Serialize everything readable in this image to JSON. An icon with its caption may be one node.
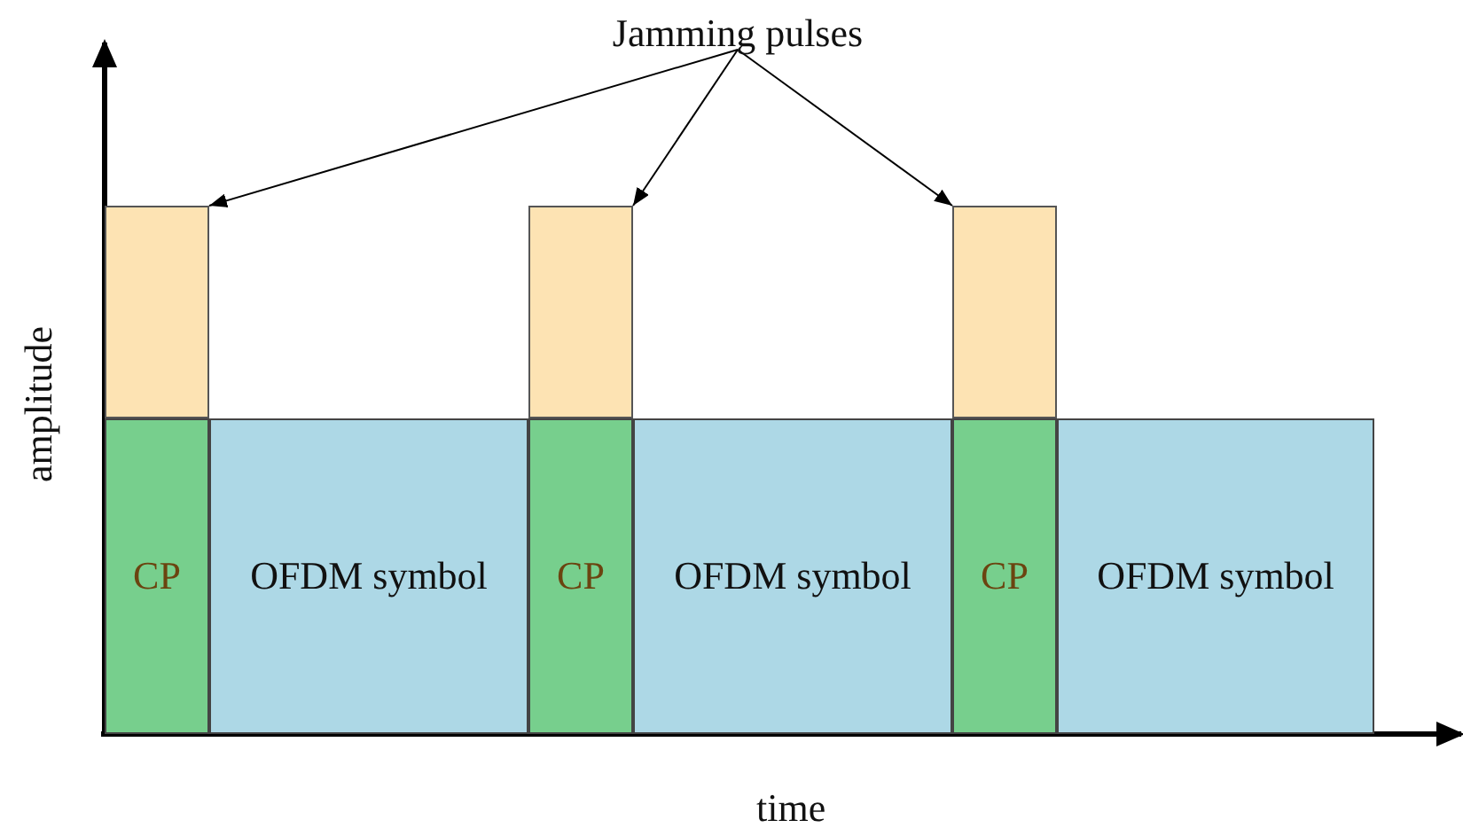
{
  "diagram": {
    "nodes": [
      {
        "text": [
          "Jamming pulses"
        ]
      },
      {
        "text": [],
        "shape": "box"
      },
      {
        "text": [],
        "shape": "box"
      },
      {
        "text": [],
        "shape": "box"
      },
      {
        "text": [
          "CP"
        ]
      },
      {
        "text": [
          "OFDM symbol"
        ]
      },
      {
        "text": [
          "CP"
        ]
      },
      {
        "text": [
          "OFDM symbol"
        ]
      },
      {
        "text": [
          "CP"
        ]
      },
      {
        "text": [
          "OFDM symbol"
        ]
      }
    ],
    "edges": [
      {
        "from": 0,
        "to": 1,
        "arrow": "to"
      },
      {
        "from": 0,
        "to": 2,
        "arrow": "to"
      },
      {
        "from": 0,
        "to": 3,
        "arrow": "to"
      }
    ],
    "labels": [
      "amplitude",
      "time"
    ]
  }
}
